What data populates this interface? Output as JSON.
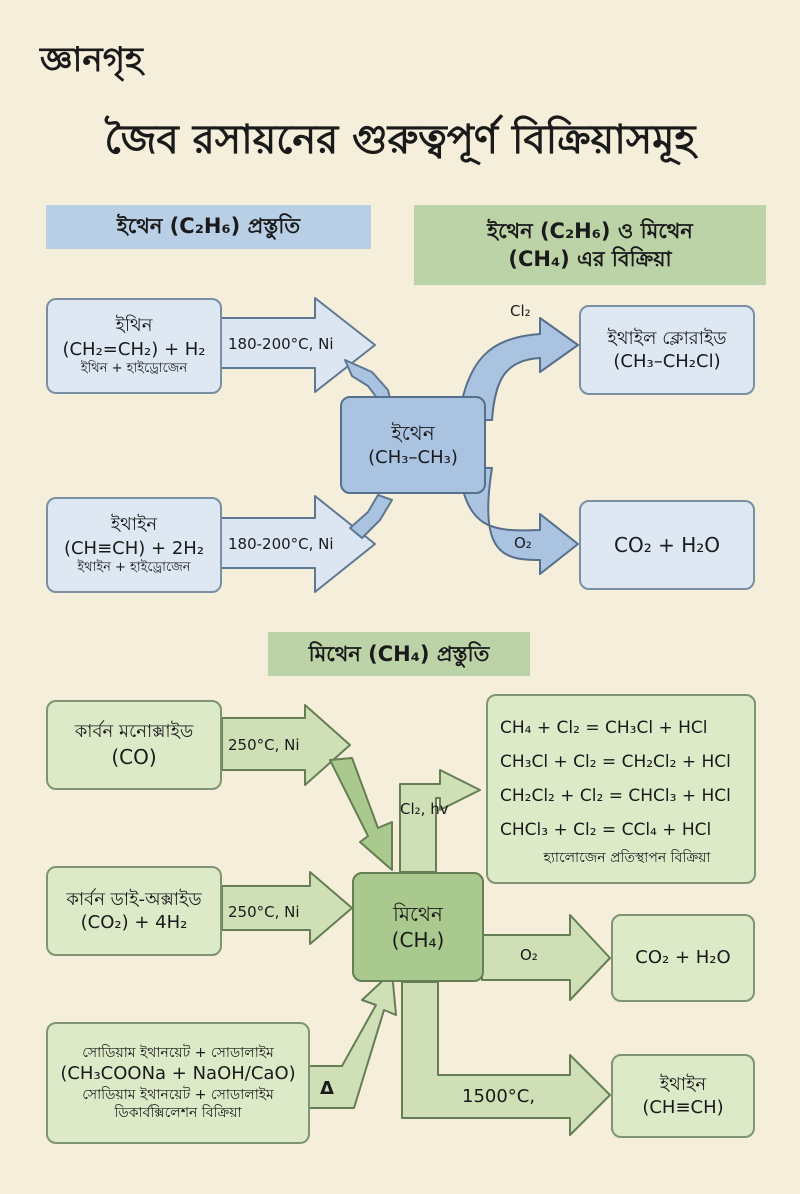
{
  "brand": "জ্ঞানগৃহ",
  "title": "জৈব রসায়নের গুরুত্বপূর্ণ বিক্রিয়াসমূহ",
  "ethane_section": {
    "prep_header": "ইথেন (C₂H₆) প্রস্তুতি",
    "reaction_header_line1": "ইথেন (C₂H₆) ও মিথেন",
    "reaction_header_line2": "(CH₄) এর বিক্রিয়া",
    "ethene_name": "ইথিন",
    "ethene_formula": "(CH₂=CH₂) + H₂",
    "ethene_sub": "ইথিন + হাইড্রোজেন",
    "ethene_condition": "180-200°C, Ni",
    "ethyne_name": "ইথাইন",
    "ethyne_formula": "(CH≡CH) + 2H₂",
    "ethyne_sub": "ইথাইন + হাইড্রোজেন",
    "ethyne_condition": "180-200°C, Ni",
    "ethane_name": "ইথেন",
    "ethane_formula": "(CH₃–CH₃)",
    "cl2_label": "Cl₂",
    "o2_label": "O₂",
    "ethyl_chloride_name": "ইথাইল ক্লোরাইড",
    "ethyl_chloride_formula": "(CH₃–CH₂Cl)",
    "combustion_product": "CO₂ + H₂O"
  },
  "methane_section": {
    "prep_header": "মিথেন (CH₄) প্রস্তুতি",
    "co_name": "কার্বন মনোক্সাইড",
    "co_formula": "(CO)",
    "co_condition": "250°C, Ni",
    "co2_name": "কার্বন ডাই-অক্সাইড",
    "co2_formula": "(CO₂) + 4H₂",
    "co2_condition": "250°C, Ni",
    "sodium_line1": "সোডিয়াম ইথানয়েট + সোডালাইম",
    "sodium_line2": "(CH₃COONa + NaOH/CaO)",
    "sodium_line3": "সোডিয়াম ইথানয়েট + সোডালাইম",
    "sodium_line4": "ডিকার্বক্সিলেশন বিক্রিয়া",
    "sodium_condition": "Δ",
    "methane_name": "মিথেন",
    "methane_formula": "(CH₄)",
    "halogen_condition": "Cl₂, hv",
    "halogen_equations": [
      "CH₄ + Cl₂ = CH₃Cl + HCl",
      "CH₃Cl + Cl₂ = CH₂Cl₂ + HCl",
      "CH₂Cl₂ + Cl₂ = CHCl₃ + HCl",
      "CHCl₃ + Cl₂ = CCl₄ + HCl"
    ],
    "halogen_caption": "হ্যালোজেন প্রতিস্থাপন বিক্রিয়া",
    "o2_label": "O₂",
    "combustion_product": "CO₂ + H₂O",
    "ethyne_condition": "1500°C,",
    "ethyne_name": "ইথাইন",
    "ethyne_formula": "(CH≡CH)"
  },
  "colors": {
    "background": "#f4eedb",
    "blue_light": "#dde8f3",
    "blue_center": "#a9c3e0",
    "green_light": "#dceac8",
    "green_center": "#a9c98e",
    "header_blue": "#b8cfe6",
    "header_green": "#bcd3a8"
  }
}
